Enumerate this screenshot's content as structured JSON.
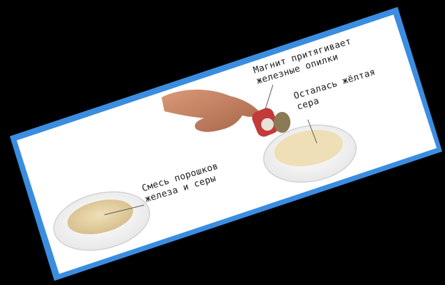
{
  "labels": {
    "magnet_line1": "Магнит притягивает",
    "magnet_line2": "железные опилки",
    "sulfur_line1": "Осталась жёлтая",
    "sulfur_line2": "сера",
    "mixture_line1": "Смесь порошков",
    "mixture_line2": "железа и серы"
  },
  "colors": {
    "background": "#000000",
    "card": "#ffffff",
    "frame": "#3b8de0",
    "powder": "#e6d2a6",
    "hand": "#c98a68",
    "magnet": "#c23a3a"
  }
}
